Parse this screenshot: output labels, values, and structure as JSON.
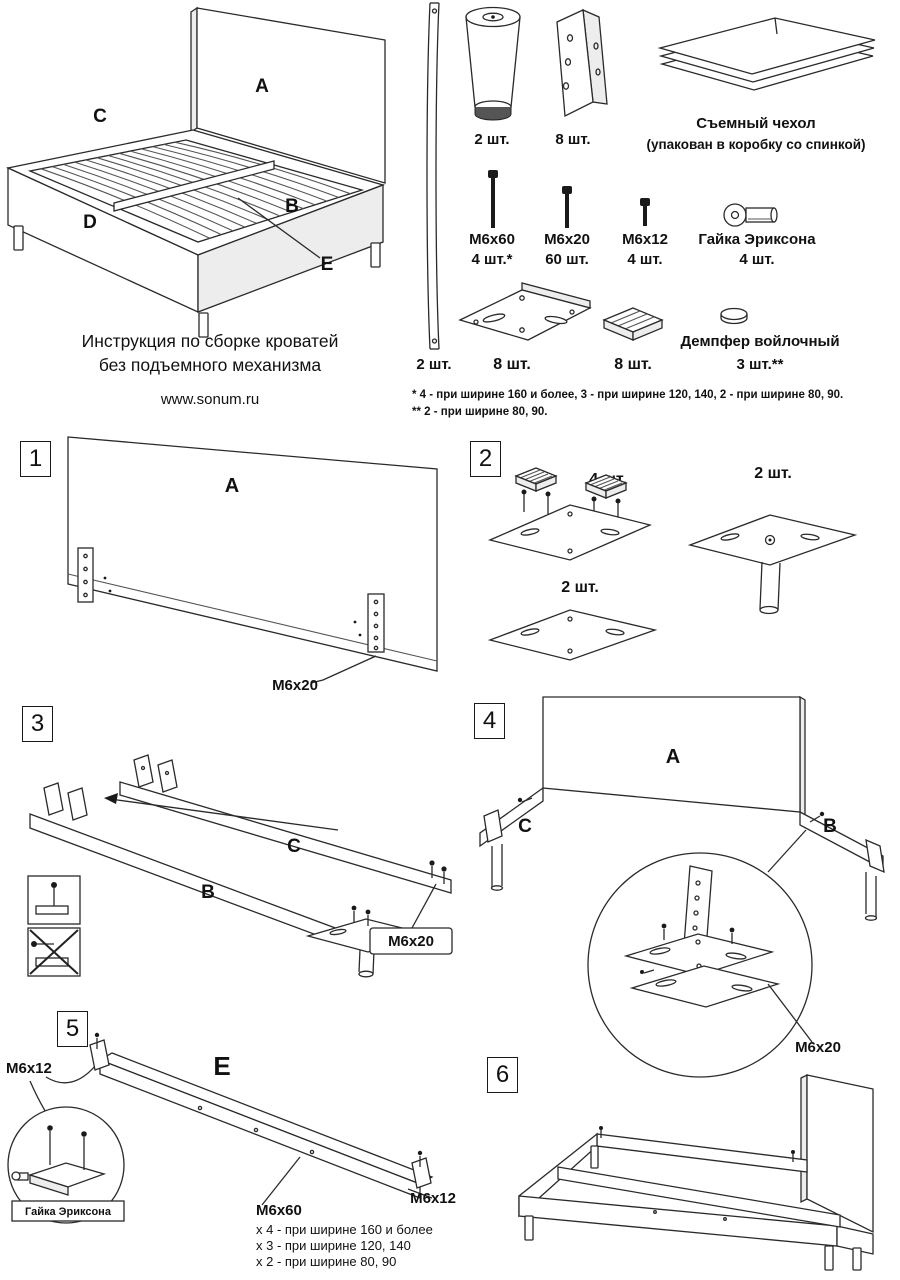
{
  "header": {
    "title_line1": "Инструкция по сборке кроватей",
    "title_line2": "без подъемного механизма",
    "website": "www.sonum.ru"
  },
  "colors": {
    "ink": "#1a1a1a",
    "background": "#ffffff"
  },
  "bed_labels": {
    "a": "A",
    "b": "B",
    "c": "C",
    "d": "D",
    "e": "E"
  },
  "parts": {
    "slat_qty": "2 шт.",
    "leg_qty": "2 шт.",
    "angle_qty": "8 шт.",
    "cover_line1": "Съемный чехол",
    "cover_line2": "(упакован в коробку со спинкой)",
    "m6x60_name": "М6х60",
    "m6x60_qty": "4 шт.*",
    "m6x20_name": "М6х20",
    "m6x20_qty": "60 шт.",
    "m6x12_name": "М6х12",
    "m6x12_qty": "4 шт.",
    "nut_name": "Гайка Эриксона",
    "nut_qty": "4 шт.",
    "bracket_big_qty": "8 шт.",
    "bracket_small_qty": "8 шт.",
    "damper_name": "Демпфер войлочный",
    "damper_qty": "3 шт.**"
  },
  "footnotes": {
    "line1": "* 4 - при ширине 160 и более, 3 - при ширине 120, 140, 2 - при ширине 80, 90.",
    "line2": "** 2 - при ширине 80, 90."
  },
  "step1": {
    "num": "1",
    "label_a": "A",
    "bolt": "М6х20"
  },
  "step2": {
    "num": "2",
    "qty_top": "4 шт.",
    "qty_right": "2 шт.",
    "qty_bottom": "2 шт."
  },
  "step3": {
    "num": "3",
    "label_b": "B",
    "label_c": "C",
    "bolt": "М6х20"
  },
  "step4": {
    "num": "4",
    "label_a": "A",
    "label_b": "B",
    "label_c": "C",
    "bolt": "М6х20"
  },
  "step5": {
    "num": "5",
    "label_e": "E",
    "bolt_left": "М6х12",
    "bolt_right": "М6х12",
    "nut": "Гайка Эриксона",
    "bolt_center": "М6х60",
    "note1": "х 4 - при ширине 160 и более",
    "note2": "х 3 - при ширине 120, 140",
    "note3": "х 2 - при ширине 80, 90"
  },
  "step6": {
    "num": "6"
  }
}
